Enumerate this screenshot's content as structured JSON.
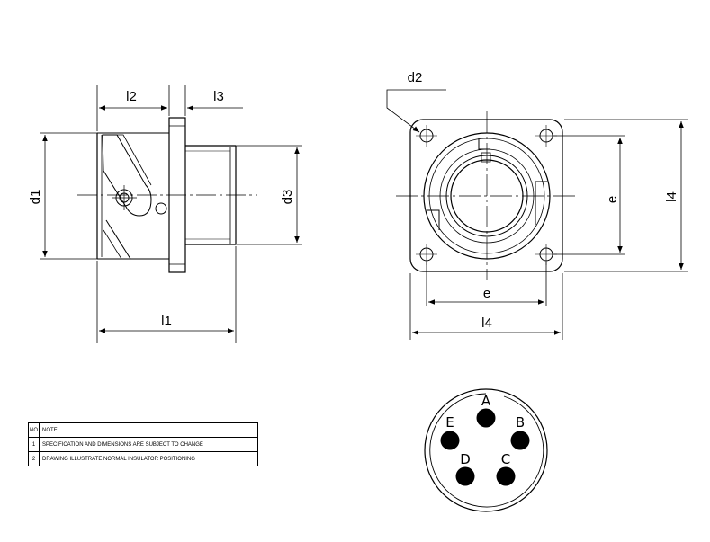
{
  "side_view": {
    "d1": "d1",
    "d3": "d3",
    "l1": "l1",
    "l2": "l2",
    "l3": "l3"
  },
  "front_view": {
    "d2": "d2",
    "e_horizontal": "e",
    "e_vertical": "e",
    "l4_horizontal": "l4",
    "l4_vertical": "l4"
  },
  "pin_layout": {
    "pins": [
      "A",
      "B",
      "C",
      "D",
      "E"
    ]
  },
  "notes": {
    "header": {
      "no": "NO",
      "text": "NOTE"
    },
    "rows": [
      {
        "no": "1",
        "text": "SPECIFICATION AND DIMENSIONS ARE SUBJECT TO CHANGE"
      },
      {
        "no": "2",
        "text": "DRAWING ILLUSTRATE NORMAL INSULATOR POSITIONING"
      }
    ]
  }
}
